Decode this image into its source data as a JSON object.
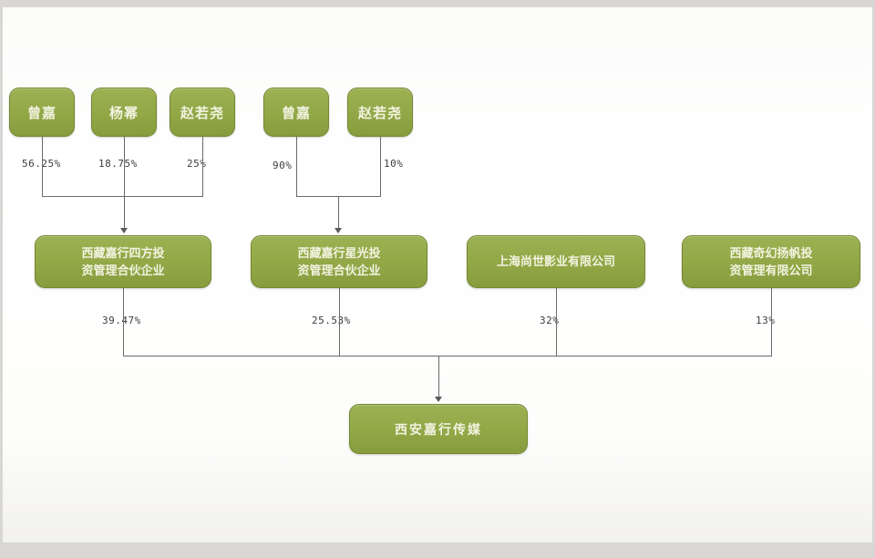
{
  "colors": {
    "node_fill": "#92a746",
    "node_border": "#75872f",
    "node_text": "#f2f3e0",
    "connector": "#6a6a6a",
    "label_text": "#3c3c3c",
    "page_bg": "#ffffff",
    "outer_bg": "#d8d7d4"
  },
  "diagram": {
    "top_shareholders": [
      {
        "name": "曾嘉",
        "ownership": "56.25%"
      },
      {
        "name": "杨幂",
        "ownership": "18.75%"
      },
      {
        "name": "赵若尧",
        "ownership": "25%"
      },
      {
        "name": "曾嘉",
        "ownership": "90%"
      },
      {
        "name": "赵若尧",
        "ownership": "10%"
      }
    ],
    "intermediate_entities": [
      {
        "name": "西藏嘉行四方投资管理合伙企业",
        "ownership": "39.47%"
      },
      {
        "name": "西藏嘉行星光投资管理合伙企业",
        "ownership": "25.53%"
      },
      {
        "name": "上海尚世影业有限公司",
        "ownership": "32%"
      },
      {
        "name": "西藏奇幻扬帆投资管理有限公司",
        "ownership": "13%"
      }
    ],
    "target_company": {
      "name": "西安嘉行传媒"
    }
  }
}
